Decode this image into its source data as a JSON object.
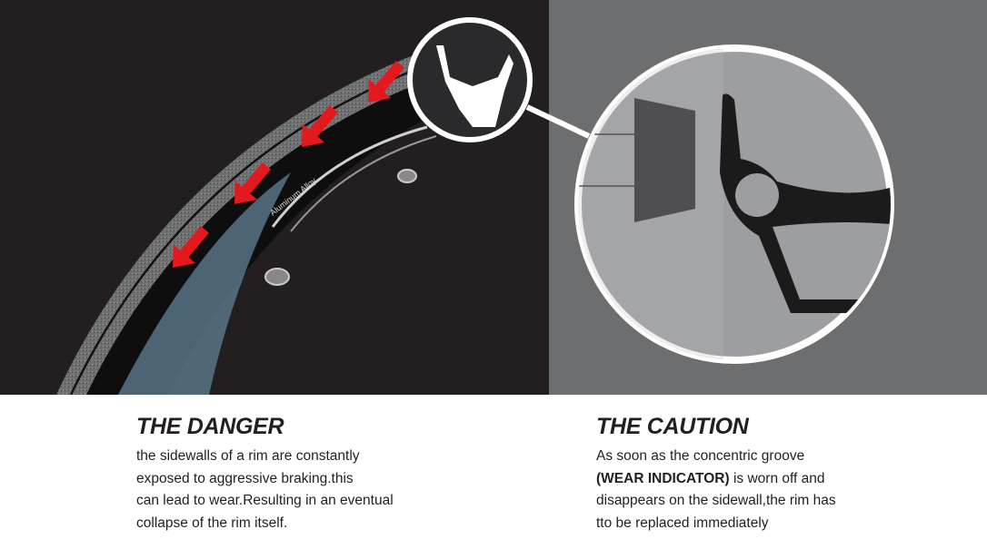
{
  "rim_label": "Aluminum Alloy",
  "colors": {
    "left_bg": "#231f20",
    "right_bg": "#6d6e70",
    "arrow": "#e3191e",
    "magnifier_fill": "#9d9ea1",
    "text": "#231f20"
  },
  "danger": {
    "title": "THE DANGER",
    "lines": [
      "the sidewalls of a rim are constantly",
      "exposed to aggressive braking.this",
      "can lead to wear.Resulting in an eventual",
      "collapse of the rim itself."
    ]
  },
  "caution": {
    "title": "THE CAUTION",
    "line1": "As soon as the concentric groove",
    "line2_bold": "(WEAR INDICATOR)",
    "line2_rest": " is worn off and",
    "line3": "disappears on the sidewall,the rim has",
    "line4": "tto be replaced immediately"
  }
}
